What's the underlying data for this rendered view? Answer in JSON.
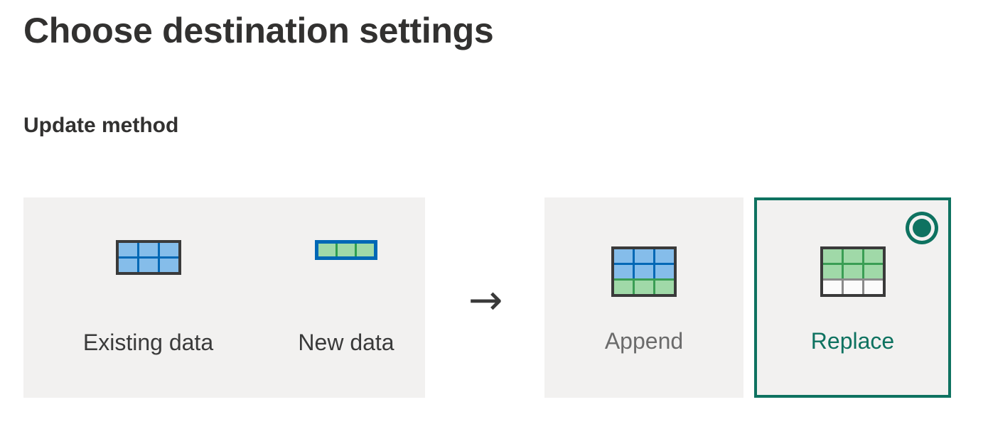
{
  "page": {
    "title": "Choose destination settings",
    "section_title": "Update method"
  },
  "colors": {
    "accent_selected": "#0e7260",
    "panel_background": "#f2f1f0",
    "text_primary": "#323130",
    "text_muted": "#6b6b6b",
    "grid_blue_fill": "#85bdea",
    "grid_blue_line": "#0068b5",
    "grid_green_fill": "#a0d9a8",
    "grid_green_line": "#3a9e54",
    "grid_border": "#3a3a3a"
  },
  "source_panel": {
    "options": [
      {
        "label": "Existing data",
        "icon": "grid-3x2-blue-icon"
      },
      {
        "label": "New data",
        "icon": "grid-3x1-green-icon"
      }
    ]
  },
  "flow": {
    "arrow": "→",
    "arrow_icon": "arrow-right-icon"
  },
  "method_cards": [
    {
      "label": "Append",
      "icon": "grid-append-icon",
      "selected": false
    },
    {
      "label": "Replace",
      "icon": "grid-replace-icon",
      "selected": true,
      "radio_icon": "radio-selected-icon"
    }
  ]
}
